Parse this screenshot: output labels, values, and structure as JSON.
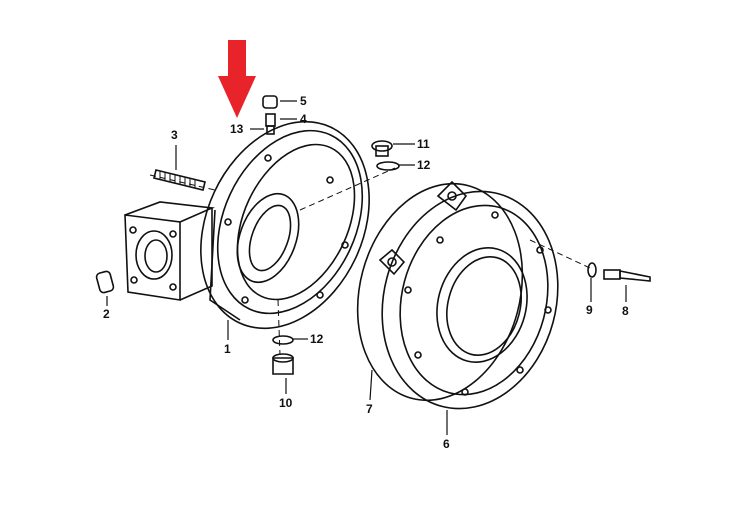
{
  "diagram": {
    "highlight_color": "#e8232a",
    "callouts": [
      {
        "id": "c5",
        "text": "5"
      },
      {
        "id": "c4",
        "text": "4"
      },
      {
        "id": "c13",
        "text": "13"
      },
      {
        "id": "c3",
        "text": "3"
      },
      {
        "id": "c11",
        "text": "11"
      },
      {
        "id": "c12a",
        "text": "12"
      },
      {
        "id": "c2",
        "text": "2"
      },
      {
        "id": "c1",
        "text": "1"
      },
      {
        "id": "c12b",
        "text": "12"
      },
      {
        "id": "c10",
        "text": "10"
      },
      {
        "id": "c9",
        "text": "9"
      },
      {
        "id": "c8",
        "text": "8"
      },
      {
        "id": "c7",
        "text": "7"
      },
      {
        "id": "c6",
        "text": "6"
      }
    ]
  }
}
